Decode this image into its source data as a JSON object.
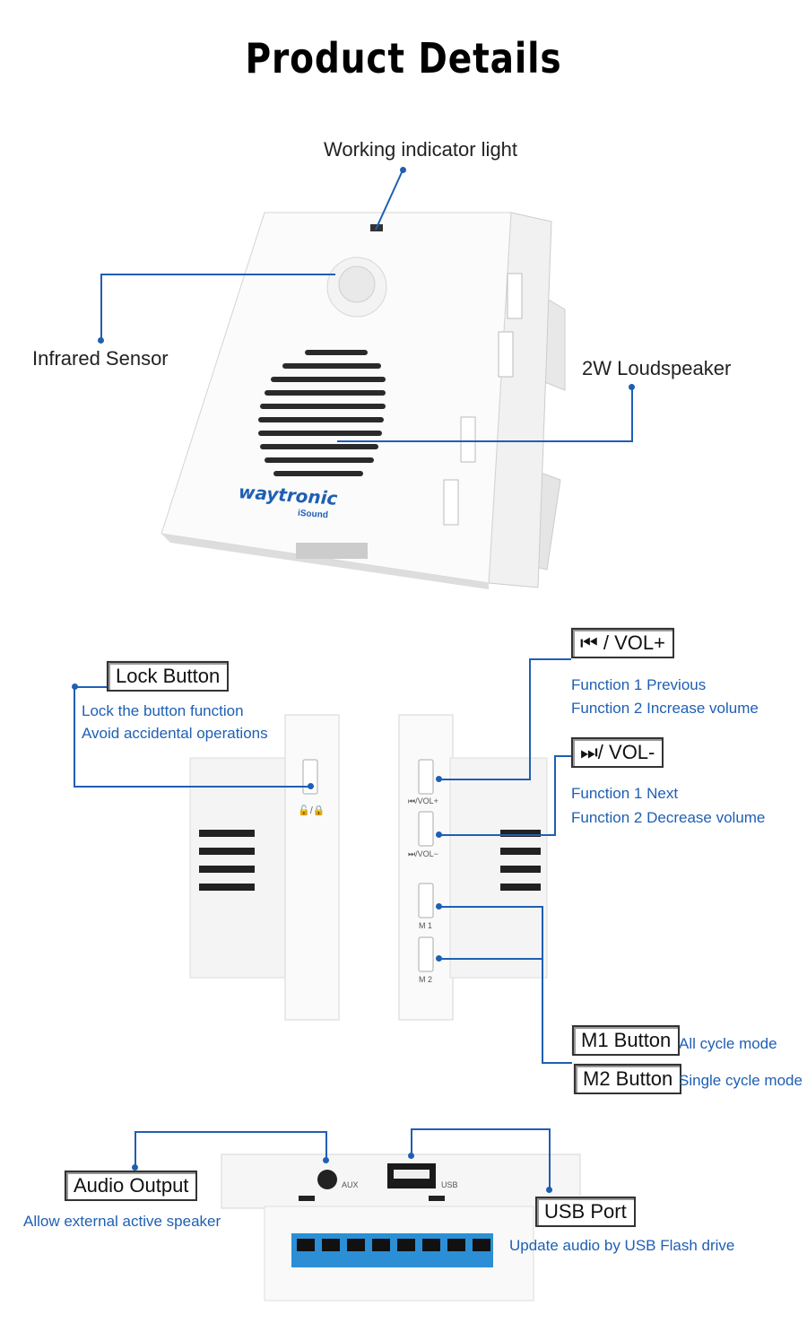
{
  "title": "Product Details",
  "top": {
    "indicator_label": "Working indicator light",
    "sensor_label": "Infrared Sensor",
    "speaker_label": "2W Loudspeaker",
    "brand": "waytronic",
    "sub_brand": "iSound"
  },
  "side": {
    "lock": {
      "label": "Lock Button",
      "desc1": "Lock the button function",
      "desc2": "Avoid accidental operations"
    },
    "prev": {
      "label": "⏮ / VOL+",
      "f1": "Function 1  Previous",
      "f2": "Function 2  Increase volume"
    },
    "next": {
      "label": "⏭/ VOL-",
      "f1": "Function 1  Next",
      "f2": "Function 2  Decrease volume"
    },
    "m1": {
      "label": "M1 Button",
      "desc": "All cycle mode"
    },
    "m2": {
      "label": "M2 Button",
      "desc": "Single cycle mode"
    },
    "btn_marks": {
      "vol_up": "⏮/VOL+",
      "vol_down": "⏭/VOL−",
      "m1": "M 1",
      "m2": "M 2"
    }
  },
  "bottom": {
    "audio": {
      "label": "Audio Output",
      "desc": "Allow external active speaker"
    },
    "usb": {
      "label": "USB Port",
      "desc": "Update audio by USB Flash drive"
    },
    "aux_mark": "AUX",
    "usb_mark": "USB"
  }
}
